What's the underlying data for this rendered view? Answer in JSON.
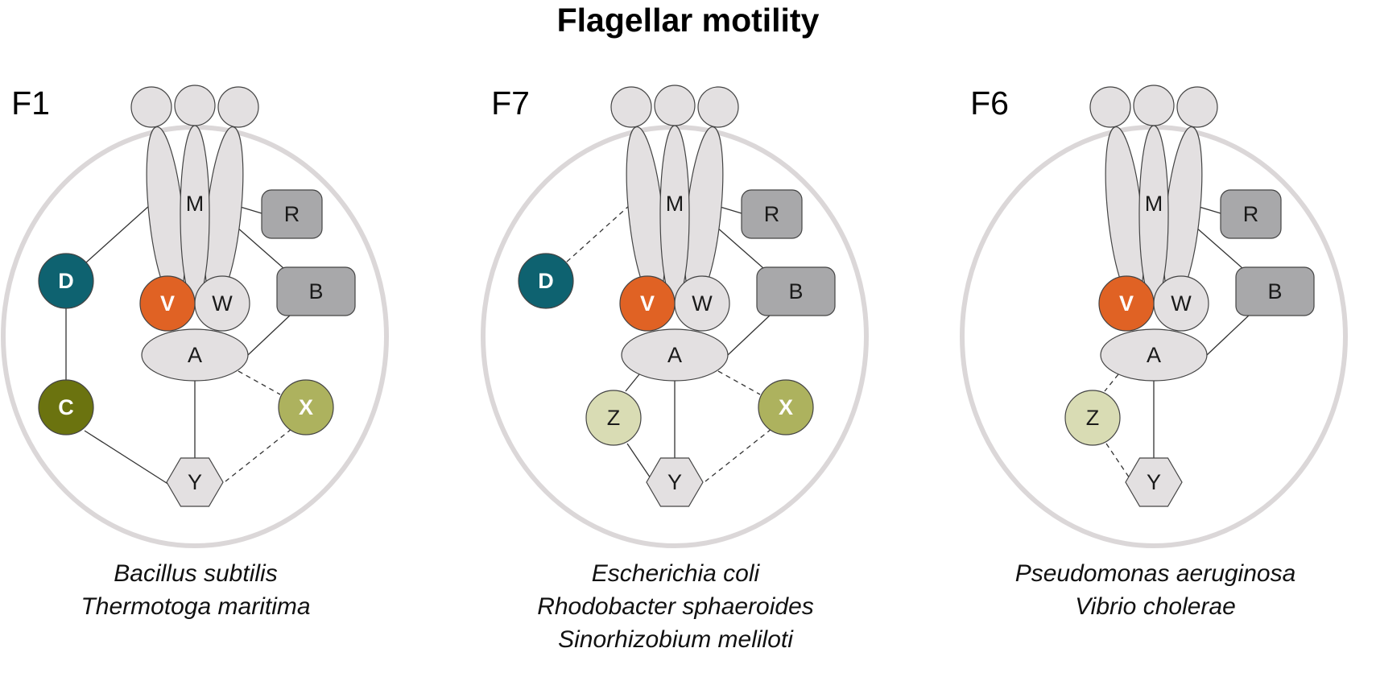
{
  "title": "Flagellar motility",
  "palette": {
    "cell_outline": "#dbd7d8",
    "light_node": "#e3e0e1",
    "gray_node": "#a8a8aa",
    "teal_D": "#0e6270",
    "olive_C": "#6b730f",
    "orange_V": "#e06224",
    "olive_light_X": "#adb25e",
    "pale_Z": "#d9dcb4",
    "edge": "#333333",
    "white_text": "#ffffff",
    "dark_text": "#1a1a1a"
  },
  "panels": [
    {
      "label": "F1",
      "species": [
        "Bacillus subtilis",
        "Thermotoga maritima"
      ],
      "nodes": [
        {
          "id": "M",
          "label": "M",
          "color": "light_node"
        },
        {
          "id": "R",
          "label": "R",
          "color": "gray_node"
        },
        {
          "id": "B",
          "label": "B",
          "color": "gray_node"
        },
        {
          "id": "V",
          "label": "V",
          "color": "orange_V"
        },
        {
          "id": "W",
          "label": "W",
          "color": "light_node"
        },
        {
          "id": "A",
          "label": "A",
          "color": "light_node"
        },
        {
          "id": "D",
          "label": "D",
          "color": "teal_D"
        },
        {
          "id": "C",
          "label": "C",
          "color": "olive_C"
        },
        {
          "id": "X",
          "label": "X",
          "color": "olive_light_X"
        },
        {
          "id": "Y",
          "label": "Y",
          "color": "light_node"
        }
      ],
      "edges": [
        {
          "from": "M",
          "to": "R",
          "style": "solid"
        },
        {
          "from": "M",
          "to": "B",
          "style": "solid"
        },
        {
          "from": "M",
          "to": "D",
          "style": "solid"
        },
        {
          "from": "A",
          "to": "B",
          "style": "solid"
        },
        {
          "from": "A",
          "to": "Y",
          "style": "solid"
        },
        {
          "from": "A",
          "to": "X",
          "style": "dashed"
        },
        {
          "from": "D",
          "to": "C",
          "style": "solid"
        },
        {
          "from": "C",
          "to": "Y",
          "style": "solid"
        },
        {
          "from": "X",
          "to": "Y",
          "style": "dashed"
        }
      ]
    },
    {
      "label": "F7",
      "species": [
        "Escherichia coli",
        "Rhodobacter sphaeroides",
        "Sinorhizobium meliloti"
      ],
      "nodes": [
        {
          "id": "M",
          "label": "M",
          "color": "light_node"
        },
        {
          "id": "R",
          "label": "R",
          "color": "gray_node"
        },
        {
          "id": "B",
          "label": "B",
          "color": "gray_node"
        },
        {
          "id": "V",
          "label": "V",
          "color": "orange_V"
        },
        {
          "id": "W",
          "label": "W",
          "color": "light_node"
        },
        {
          "id": "A",
          "label": "A",
          "color": "light_node"
        },
        {
          "id": "D",
          "label": "D",
          "color": "teal_D"
        },
        {
          "id": "Z",
          "label": "Z",
          "color": "pale_Z"
        },
        {
          "id": "X",
          "label": "X",
          "color": "olive_light_X"
        },
        {
          "id": "Y",
          "label": "Y",
          "color": "light_node"
        }
      ],
      "edges": [
        {
          "from": "M",
          "to": "R",
          "style": "solid"
        },
        {
          "from": "M",
          "to": "B",
          "style": "solid"
        },
        {
          "from": "M",
          "to": "D",
          "style": "dashed"
        },
        {
          "from": "A",
          "to": "B",
          "style": "solid"
        },
        {
          "from": "A",
          "to": "Y",
          "style": "solid"
        },
        {
          "from": "A",
          "to": "X",
          "style": "dashed"
        },
        {
          "from": "A",
          "to": "Z",
          "style": "solid"
        },
        {
          "from": "Z",
          "to": "Y",
          "style": "solid"
        },
        {
          "from": "X",
          "to": "Y",
          "style": "dashed"
        }
      ]
    },
    {
      "label": "F6",
      "species": [
        "Pseudomonas aeruginosa",
        "Vibrio cholerae"
      ],
      "nodes": [
        {
          "id": "M",
          "label": "M",
          "color": "light_node"
        },
        {
          "id": "R",
          "label": "R",
          "color": "gray_node"
        },
        {
          "id": "B",
          "label": "B",
          "color": "gray_node"
        },
        {
          "id": "V",
          "label": "V",
          "color": "orange_V"
        },
        {
          "id": "W",
          "label": "W",
          "color": "light_node"
        },
        {
          "id": "A",
          "label": "A",
          "color": "light_node"
        },
        {
          "id": "Z",
          "label": "Z",
          "color": "pale_Z"
        },
        {
          "id": "Y",
          "label": "Y",
          "color": "light_node"
        }
      ],
      "edges": [
        {
          "from": "M",
          "to": "R",
          "style": "solid"
        },
        {
          "from": "M",
          "to": "B",
          "style": "solid"
        },
        {
          "from": "A",
          "to": "B",
          "style": "solid"
        },
        {
          "from": "A",
          "to": "Y",
          "style": "solid"
        },
        {
          "from": "A",
          "to": "Z",
          "style": "dashed"
        },
        {
          "from": "Z",
          "to": "Y",
          "style": "dashed"
        }
      ]
    }
  ]
}
